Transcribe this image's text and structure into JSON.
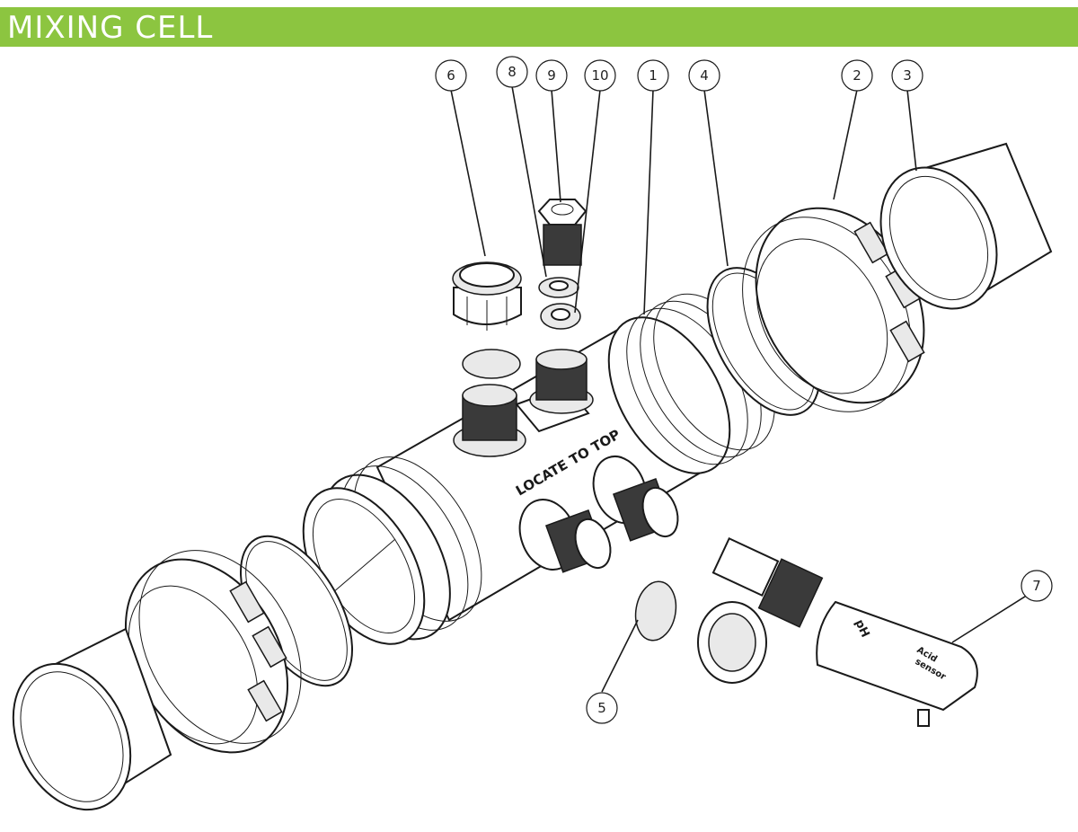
{
  "header": {
    "title": "MIXING CELL",
    "color": "#8cc540"
  },
  "diagram": {
    "label_on_body": "LOCATE TO TOP",
    "probe_label_ph": "pH",
    "probe_label_acid": "Acid",
    "probe_label_sensor": "sensor",
    "callouts": [
      {
        "id": "callout-1",
        "number": "1"
      },
      {
        "id": "callout-2",
        "number": "2"
      },
      {
        "id": "callout-3",
        "number": "3"
      },
      {
        "id": "callout-4",
        "number": "4"
      },
      {
        "id": "callout-5",
        "number": "5"
      },
      {
        "id": "callout-6",
        "number": "6"
      },
      {
        "id": "callout-7",
        "number": "7"
      },
      {
        "id": "callout-8",
        "number": "8"
      },
      {
        "id": "callout-9",
        "number": "9"
      },
      {
        "id": "callout-10",
        "number": "10"
      }
    ]
  }
}
